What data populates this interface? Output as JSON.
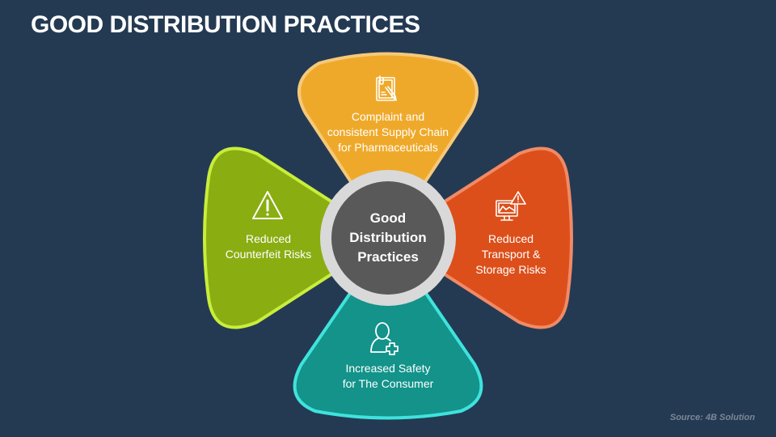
{
  "title": "GOOD DISTRIBUTION PRACTICES",
  "center": {
    "label_line1": "Good",
    "label_line2": "Distribution",
    "label_line3": "Practices",
    "fill": "#595959",
    "ring": "#d9d9d9"
  },
  "petals": [
    {
      "position": "top",
      "icon": "clipboard-pen-icon",
      "line1": "Complaint and",
      "line2": "consistent Supply Chain",
      "line3": "for Pharmaceuticals",
      "fill": "#efa92a",
      "border": "#f5c97a"
    },
    {
      "position": "left",
      "icon": "warning-icon",
      "line1": "Reduced",
      "line2": "Counterfeit Risks",
      "fill": "#8aad12",
      "border": "#c8ee3c"
    },
    {
      "position": "right",
      "icon": "monitor-warning-icon",
      "line1": "Reduced",
      "line2": "Transport &",
      "line3": "Storage Risks",
      "fill": "#dc4f1b",
      "border": "#f08a66"
    },
    {
      "position": "bottom",
      "icon": "user-plus-icon",
      "line1": "Increased Safety",
      "line2": "for The Consumer",
      "fill": "#13938a",
      "border": "#3fe3dd"
    }
  ],
  "source": "Source: 4B Solution"
}
